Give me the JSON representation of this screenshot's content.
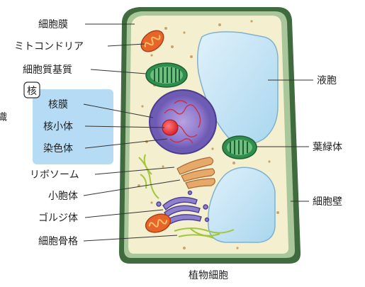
{
  "title": "植物細胞",
  "edge_fragment": "織",
  "nucleus_group": {
    "heading": "核",
    "items": [
      "核膜",
      "核小体",
      "染色体"
    ]
  },
  "labels_left": {
    "cell_membrane": "細胞膜",
    "mitochondria": "ミトコンドリア",
    "cytoplasm_matrix": "細胞質基質",
    "ribosome": "リボソーム",
    "lysosome": "小胞体",
    "golgi": "ゴルジ体",
    "cytoskeleton": "細胞骨格"
  },
  "labels_right": {
    "vacuole": "液胞",
    "chloroplast": "葉緑体",
    "cell_wall": "細胞壁"
  }
}
